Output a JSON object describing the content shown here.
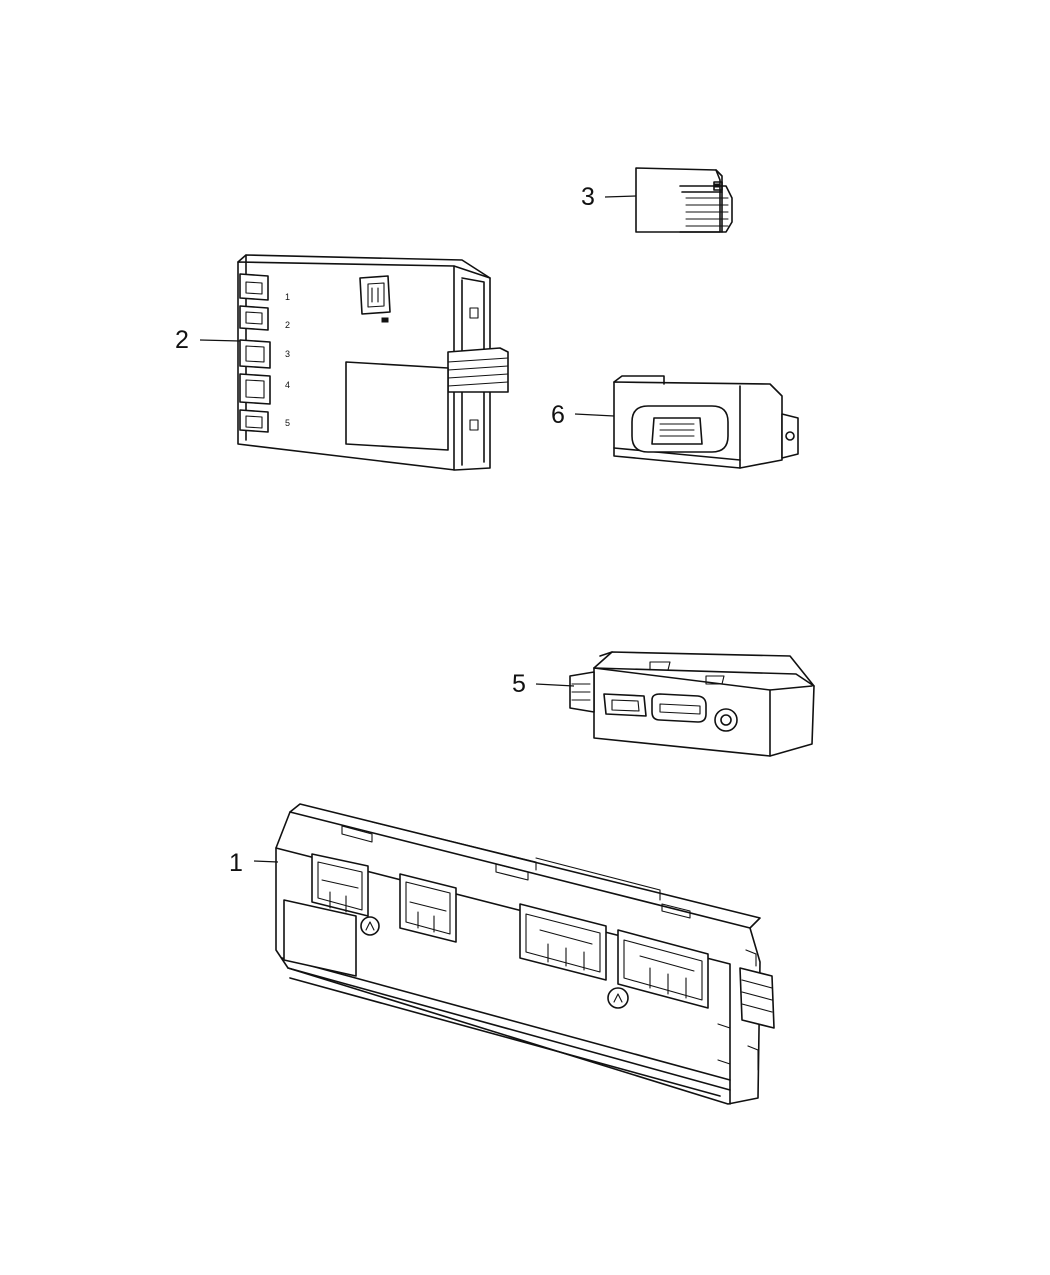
{
  "callouts": [
    {
      "id": "1",
      "label": "1"
    },
    {
      "id": "2",
      "label": "2"
    },
    {
      "id": "3",
      "label": "3"
    },
    {
      "id": "5",
      "label": "5"
    },
    {
      "id": "6",
      "label": "6"
    }
  ],
  "part2_port_numbers": [
    "1",
    "2",
    "3",
    "4",
    "5"
  ],
  "colors": {
    "line": "#111111",
    "background": "#ffffff"
  }
}
